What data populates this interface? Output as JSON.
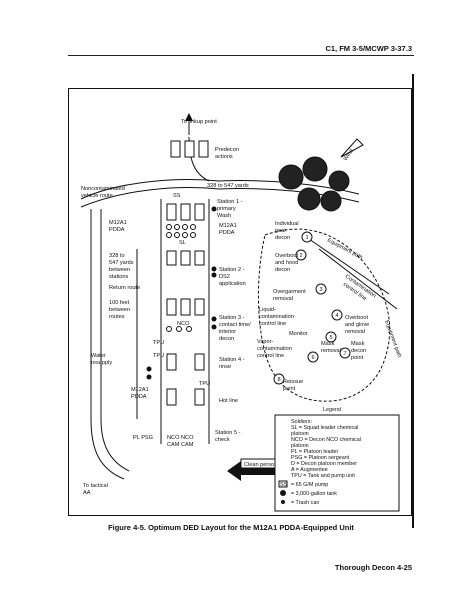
{
  "header": "C1, FM 3-5/MCWP 3-37.3",
  "figure": {
    "caption": "Figure 4-5.  Optimum DED Layout for the M12A1 PDDA-Equipped Unit",
    "labels": {
      "to_linkup": "To linkup point",
      "predecon": [
        "Predecon",
        "actions"
      ],
      "yards_top": "328 to 547 yards",
      "noncontam": [
        "Noncontaminated",
        "vehicle route"
      ],
      "wind": "Wind",
      "station1": [
        "Station 1 -",
        "primary",
        "Wash"
      ],
      "m12a1_left": [
        "M12A1",
        "PDDA"
      ],
      "m12a1_right": [
        "M12A1",
        "PDDA"
      ],
      "yards_side": [
        "328 to",
        "547 yards",
        "between",
        "stations"
      ],
      "return_route": "Return route",
      "station2": [
        "Station 2 -",
        "DS2",
        "application"
      ],
      "feet100": [
        "100 feet",
        "between",
        "routes"
      ],
      "nco": "NCO",
      "station3": [
        "Station 3 -",
        "contact time/",
        "interior",
        "decon"
      ],
      "water": [
        "Water",
        "resupply"
      ],
      "station4": [
        "Station 4 -",
        "rinse"
      ],
      "m12a1_bottom": [
        "M12A1",
        "PDDA"
      ],
      "hot_line": "Hot line",
      "pl_psg": "PL  PSG",
      "ncocam": [
        "NCO NCO",
        "CAM CAM"
      ],
      "station5": [
        "Station 5 -",
        "check"
      ],
      "clean_personnel": "Clean personnel",
      "to_tactical": [
        "To tactical",
        "AA"
      ],
      "individual_gear": [
        "Individual",
        "gear",
        "decon"
      ],
      "equipment_path": "Equipment path",
      "overboot_hood": [
        "Overboot",
        "and hood",
        "decon"
      ],
      "contam_control_line": [
        "Contamination",
        "control line"
      ],
      "overgarment": [
        "Overgarment",
        "removal"
      ],
      "liquid_contam": [
        "Liquid-",
        "contamination",
        "control line"
      ],
      "overboot_glove": [
        "Overboot",
        "and glove",
        "removal"
      ],
      "monitor": "Monitor",
      "vapor_contam": [
        "Vapor-",
        "contamination",
        "control line"
      ],
      "mask_removal": [
        "Mask",
        "removal"
      ],
      "mask_decon": [
        "Mask",
        "decon",
        "point"
      ],
      "equipment_path2": "Equipment path",
      "reissue": [
        "Reissue",
        "point"
      ],
      "tpu": "TPU",
      "ss": "SS",
      "sl": "SL",
      "steps": [
        "1",
        "2",
        "3",
        "4",
        "5",
        "6",
        "7",
        "8"
      ]
    },
    "legend": {
      "title": "Legend",
      "items": [
        "Soldiers:",
        "SL = Squad leader chemical",
        "platoon",
        "NCO = Decon NCO chemical",
        "platoon",
        "PL = Platoon leader",
        "PSG = Platoon sergeant",
        "D = Decon platoon member",
        "A = Augmentee",
        "TPU = Tank and pump unit",
        "= 65 G/M pump",
        "= 3,000-gallon tank",
        "= Trash can"
      ],
      "box_label": "SS"
    }
  },
  "footer": "Thorough Decon  4-25"
}
